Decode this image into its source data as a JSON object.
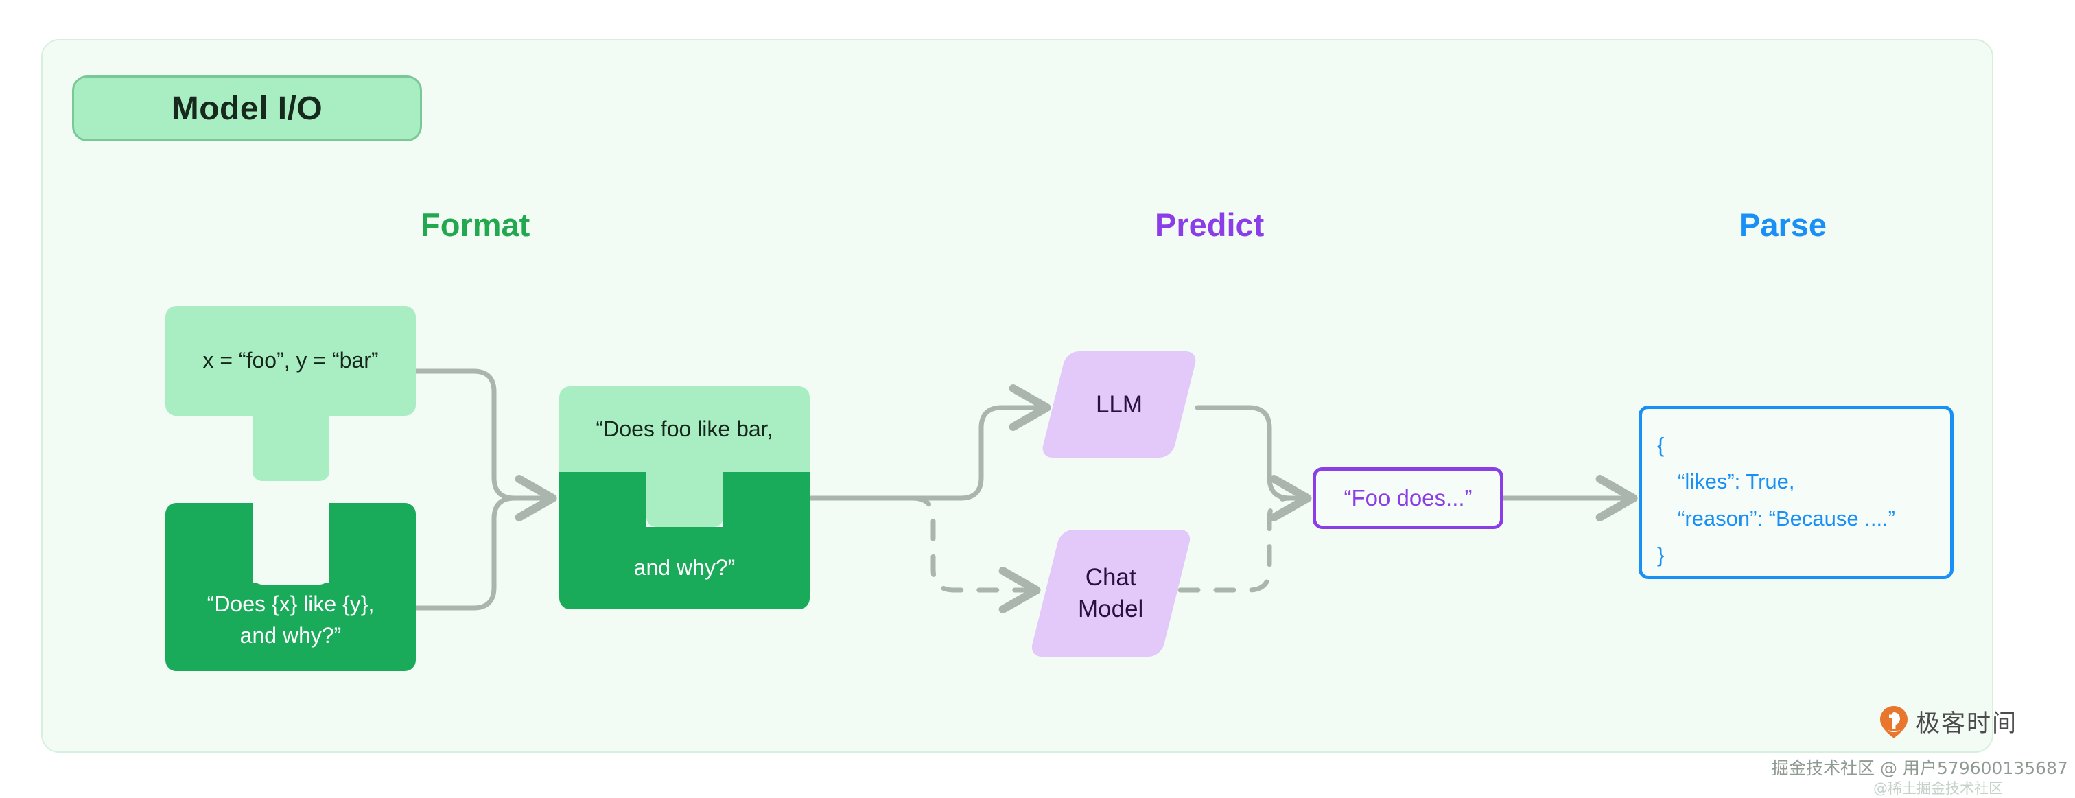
{
  "diagram": {
    "title": "Model I/O",
    "columns": [
      {
        "id": "format",
        "label": "Format",
        "color": "#22a84f"
      },
      {
        "id": "predict",
        "label": "Predict",
        "color": "#8b3ee8"
      },
      {
        "id": "parse",
        "label": "Parse",
        "color": "#1890f5"
      }
    ],
    "nodes": {
      "variables": {
        "text": "x = “foo”, y = “bar”",
        "shape": "puzzle-tab",
        "fill": "#a9edc2"
      },
      "template_l1": {
        "text": "“Does {x} like {y},",
        "shape": "puzzle-notch",
        "fill": "#1aab5a"
      },
      "template_l2": {
        "text": "and why?”"
      },
      "merged_top": {
        "text": "“Does foo like bar,",
        "fill": "#a9edc2"
      },
      "merged_bottom": {
        "text": "and why?”",
        "fill": "#1aab5a"
      },
      "llm": {
        "label": "LLM",
        "shape": "parallelogram",
        "fill": "#e3c8fa"
      },
      "chat_model": {
        "label": "Chat\nModel",
        "shape": "parallelogram",
        "fill": "#e3c8fa"
      },
      "output": {
        "text": "“Foo does...”",
        "border": "#8b3ee8"
      },
      "json": {
        "border": "#1890f5",
        "lines": [
          "{",
          "“likes”: True,",
          "“reason”: “Because ....”",
          "}"
        ]
      }
    },
    "connectors": {
      "variables_to_merged": "solid",
      "template_to_merged": "solid",
      "merged_to_llm": "solid",
      "merged_to_chat": "dashed",
      "llm_to_output": "solid",
      "chat_to_output": "dashed",
      "output_to_json": "solid",
      "color": "#aab5ad"
    }
  },
  "branding": {
    "logo_text": "极客时间",
    "logo_color": "#e8762c"
  },
  "watermark": {
    "line1": "掘金技术社区 @ 用户579600135687",
    "line2": "@稀土掘金技术社区"
  }
}
